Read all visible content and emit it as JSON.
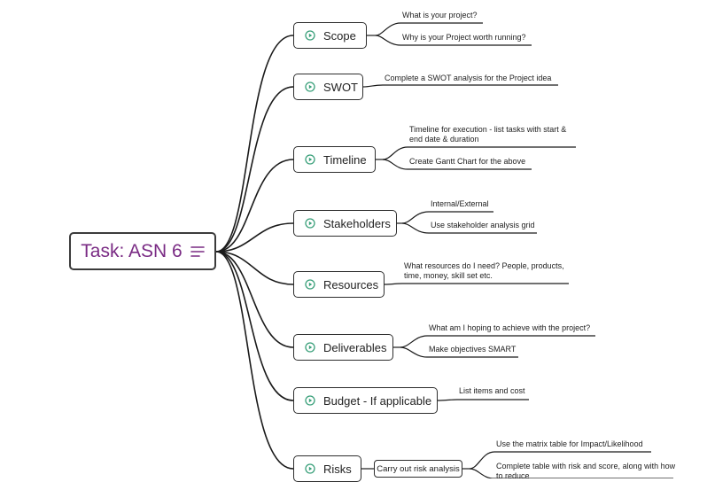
{
  "central": {
    "title": "Task: ASN 6",
    "icon": "notes-icon"
  },
  "branches": [
    {
      "label": "Scope",
      "icon": "play-circle-icon",
      "leaves": [
        "What is your project?",
        "Why is your Project worth running?"
      ]
    },
    {
      "label": "SWOT",
      "icon": "play-circle-icon",
      "leaves": [
        "Complete a SWOT analysis for the Project idea"
      ]
    },
    {
      "label": "Timeline",
      "icon": "play-circle-icon",
      "leaves": [
        "Timeline for execution - list tasks with start & end date & duration",
        "Create Gantt Chart for the above"
      ]
    },
    {
      "label": "Stakeholders",
      "icon": "play-circle-icon",
      "leaves": [
        "Internal/External",
        "Use stakeholder analysis grid"
      ]
    },
    {
      "label": "Resources",
      "icon": "play-circle-icon",
      "leaves": [
        "What resources do I need? People, products, time, money, skill set etc."
      ]
    },
    {
      "label": "Deliverables",
      "icon": "play-circle-icon",
      "leaves": [
        "What am I hoping to achieve with the project?",
        "Make objectives SMART"
      ]
    },
    {
      "label": "Budget - If applicable",
      "icon": "play-circle-icon",
      "leaves": [
        "List items and cost"
      ]
    },
    {
      "label": "Risks",
      "icon": "play-circle-icon",
      "subnode": "Carry out risk analysis",
      "leaves": [
        "Use the matrix table for Impact/Likelihood",
        "Complete table with risk and score, along with how to reduce"
      ]
    }
  ],
  "colors": {
    "title": "#7a2b84",
    "icon_accent": "#3aa07a",
    "line": "#1a1a1a"
  }
}
